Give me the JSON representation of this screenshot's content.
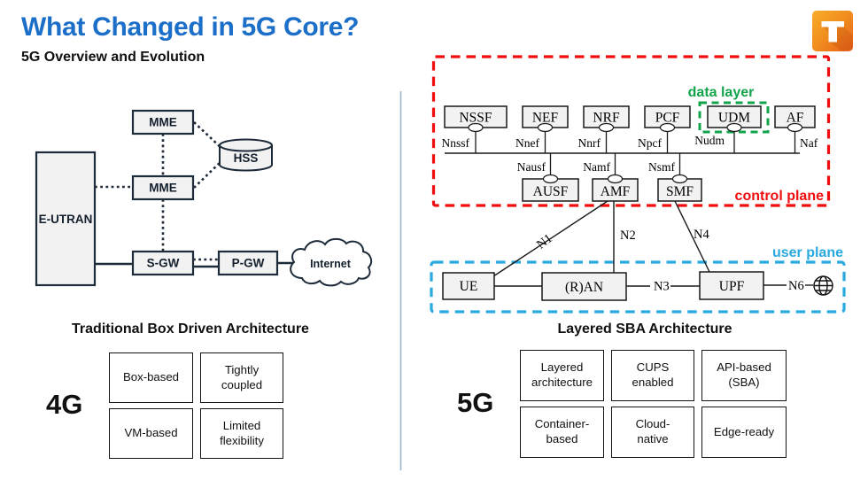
{
  "header": {
    "title": "What Changed in 5G Core?",
    "subtitle": "5G Overview and Evolution"
  },
  "logo": {
    "letter": "T"
  },
  "left": {
    "caption": "Traditional Box Driven Architecture",
    "generation": "4G",
    "nodes": {
      "eutran": "E-UTRAN",
      "mme_top": "MME",
      "mme_mid": "MME",
      "hss": "HSS",
      "sgw": "S-GW",
      "pgw": "P-GW",
      "internet": "Internet"
    },
    "features": [
      "Box-based",
      "Tightly coupled",
      "VM-based",
      "Limited flexibility"
    ]
  },
  "right": {
    "caption": "Layered SBA Architecture",
    "generation": "5G",
    "planes": {
      "data_layer": "data layer",
      "control_plane": "control plane",
      "user_plane": "user plane"
    },
    "nf_top": [
      {
        "name": "NSSF",
        "iface": "Nnssf"
      },
      {
        "name": "NEF",
        "iface": "Nnef"
      },
      {
        "name": "NRF",
        "iface": "Nnrf"
      },
      {
        "name": "PCF",
        "iface": "Npcf"
      },
      {
        "name": "UDM",
        "iface": "Nudm"
      },
      {
        "name": "AF",
        "iface": "Naf"
      }
    ],
    "nf_mid": [
      {
        "name": "AUSF",
        "iface": "Nausf"
      },
      {
        "name": "AMF",
        "iface": "Namf"
      },
      {
        "name": "SMF",
        "iface": "Nsmf"
      }
    ],
    "user_nodes": {
      "ue": "UE",
      "ran": "(R)AN",
      "upf": "UPF"
    },
    "interfaces": {
      "n1": "N1",
      "n2": "N2",
      "n3": "N3",
      "n4": "N4",
      "n6": "N6"
    },
    "features": [
      "Layered architecture",
      "CUPS enabled",
      "API-based (SBA)",
      "Container-based",
      "Cloud-native",
      "Edge-ready"
    ]
  },
  "colors": {
    "title_blue": "#1b6fc9",
    "control_plane_red": "#f10d0d",
    "data_layer_green": "#12a44b",
    "user_plane_blue": "#29a9e0",
    "diagram_stroke": "#1d2b3a",
    "logo_orange": "#f08c1e"
  }
}
